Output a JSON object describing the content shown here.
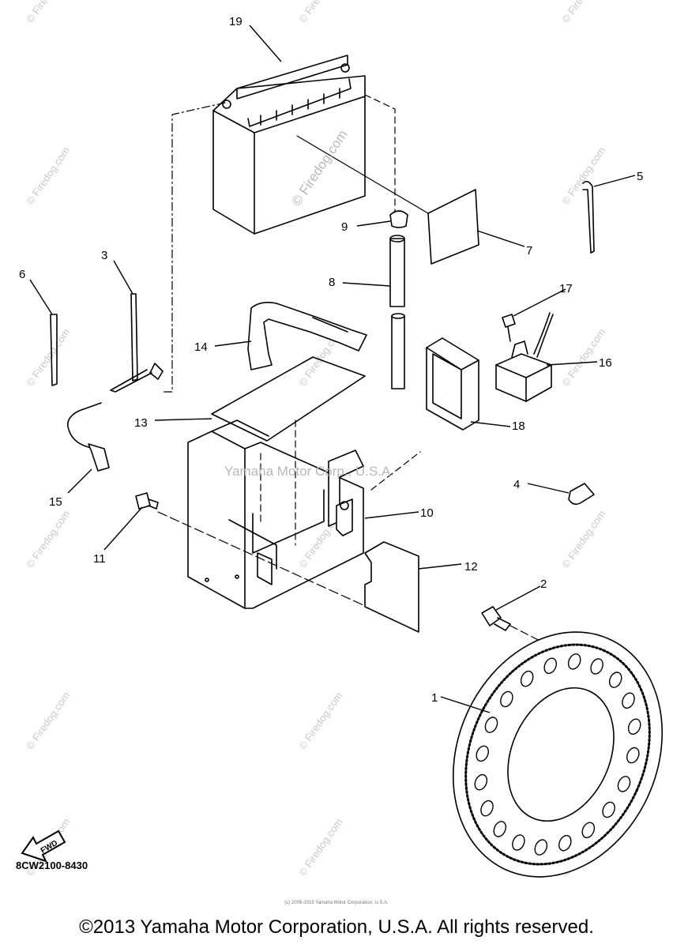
{
  "callouts": [
    "19",
    "9",
    "7",
    "5",
    "8",
    "3",
    "6",
    "17",
    "14",
    "16",
    "13",
    "18",
    "15",
    "4",
    "10",
    "11",
    "12",
    "2",
    "1"
  ],
  "watermark": "© Firedog.com",
  "center_watermark": "© Firedog.com",
  "overlay_watermark": "Yamaha Motor Corp., U.S.A.",
  "fwd_label": "FWD",
  "diagram_code": "8CW2100-8430",
  "footer_note": "(c) 2006-2015 Yamaha Motor Corporation, U.S.A.",
  "copyright": "©2013 Yamaha Motor Corporation, U.S.A. All rights reserved.",
  "colors": {
    "line": "#000000",
    "watermark": "#c9c9c9"
  }
}
